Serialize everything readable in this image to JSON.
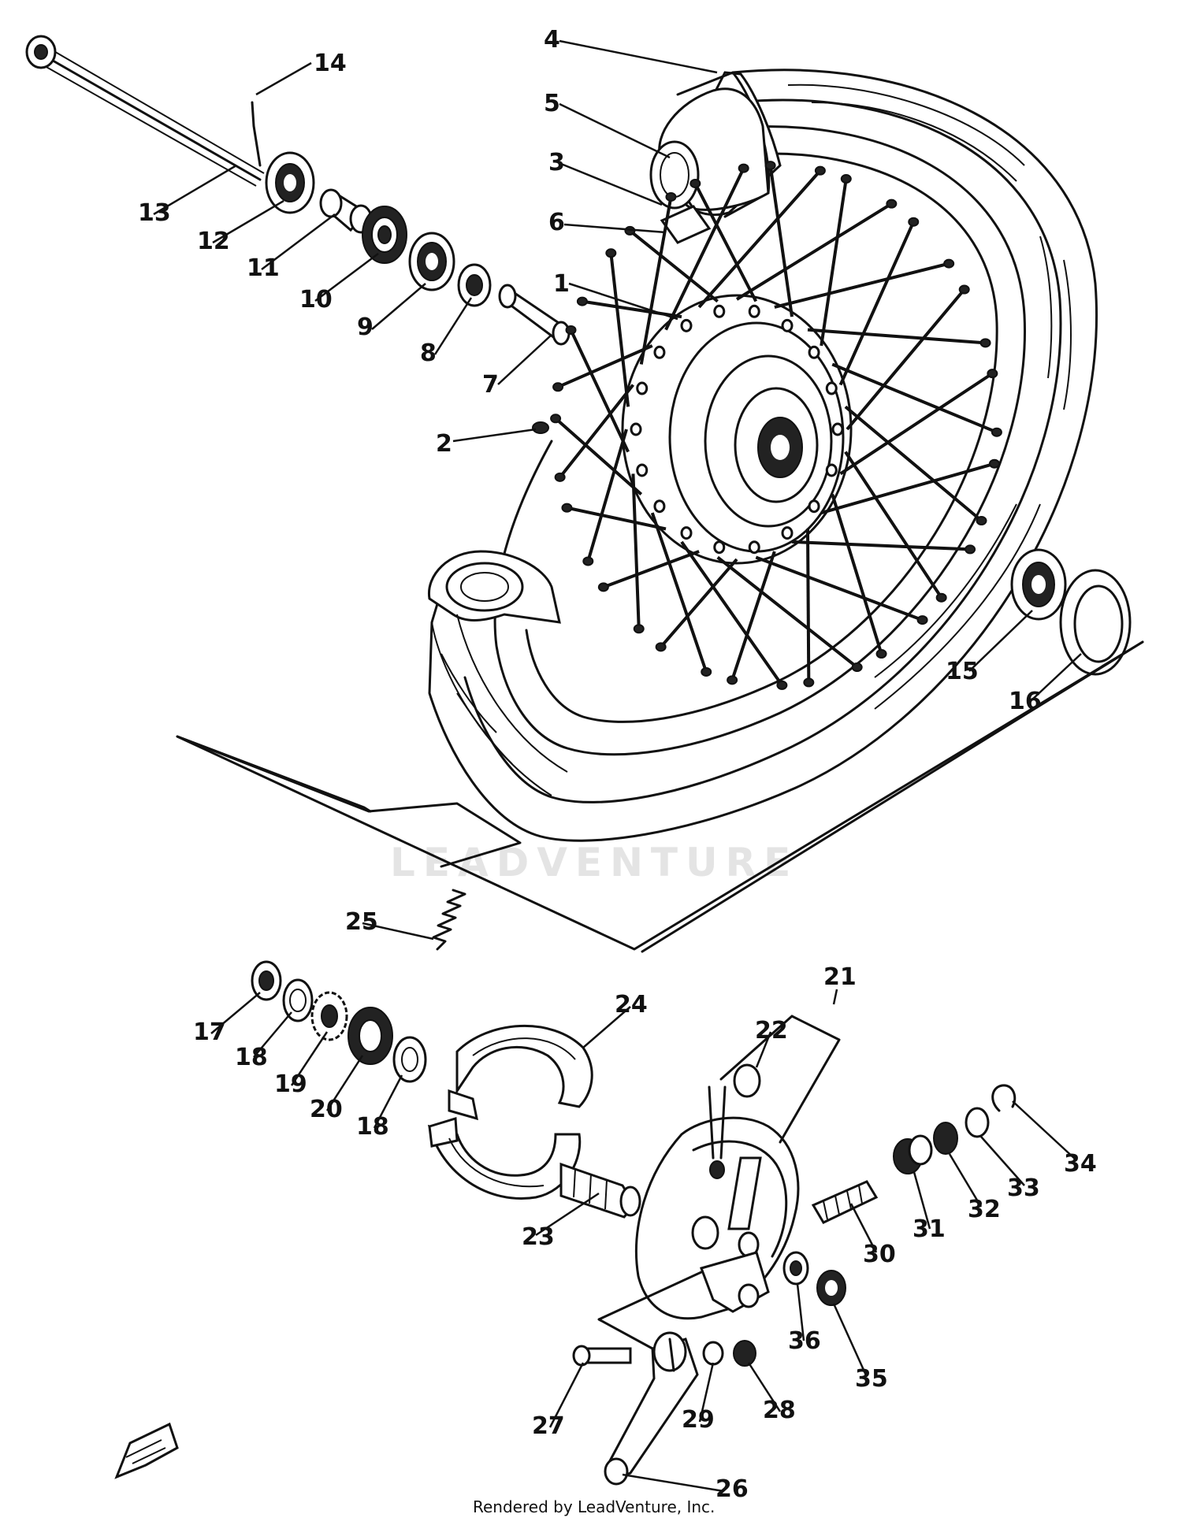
{
  "callouts": [
    {
      "id": "1",
      "label": "1"
    },
    {
      "id": "2",
      "label": "2"
    },
    {
      "id": "3",
      "label": "3"
    },
    {
      "id": "4",
      "label": "4"
    },
    {
      "id": "5",
      "label": "5"
    },
    {
      "id": "6",
      "label": "6"
    },
    {
      "id": "7",
      "label": "7"
    },
    {
      "id": "8",
      "label": "8"
    },
    {
      "id": "9",
      "label": "9"
    },
    {
      "id": "10",
      "label": "10"
    },
    {
      "id": "11",
      "label": "11"
    },
    {
      "id": "12",
      "label": "12"
    },
    {
      "id": "13",
      "label": "13"
    },
    {
      "id": "14",
      "label": "14"
    },
    {
      "id": "15",
      "label": "15"
    },
    {
      "id": "16",
      "label": "16"
    },
    {
      "id": "17",
      "label": "17"
    },
    {
      "id": "18a",
      "label": "18"
    },
    {
      "id": "18b",
      "label": "18"
    },
    {
      "id": "19",
      "label": "19"
    },
    {
      "id": "20",
      "label": "20"
    },
    {
      "id": "21",
      "label": "21"
    },
    {
      "id": "22",
      "label": "22"
    },
    {
      "id": "23",
      "label": "23"
    },
    {
      "id": "24",
      "label": "24"
    },
    {
      "id": "25",
      "label": "25"
    },
    {
      "id": "26",
      "label": "26"
    },
    {
      "id": "27",
      "label": "27"
    },
    {
      "id": "28",
      "label": "28"
    },
    {
      "id": "29",
      "label": "29"
    },
    {
      "id": "30",
      "label": "30"
    },
    {
      "id": "31",
      "label": "31"
    },
    {
      "id": "32",
      "label": "32"
    },
    {
      "id": "33",
      "label": "33"
    },
    {
      "id": "34",
      "label": "34"
    },
    {
      "id": "35",
      "label": "35"
    },
    {
      "id": "36",
      "label": "36"
    }
  ],
  "watermark": "LEADVENTURE",
  "footer": "Rendered by LeadVenture, Inc."
}
